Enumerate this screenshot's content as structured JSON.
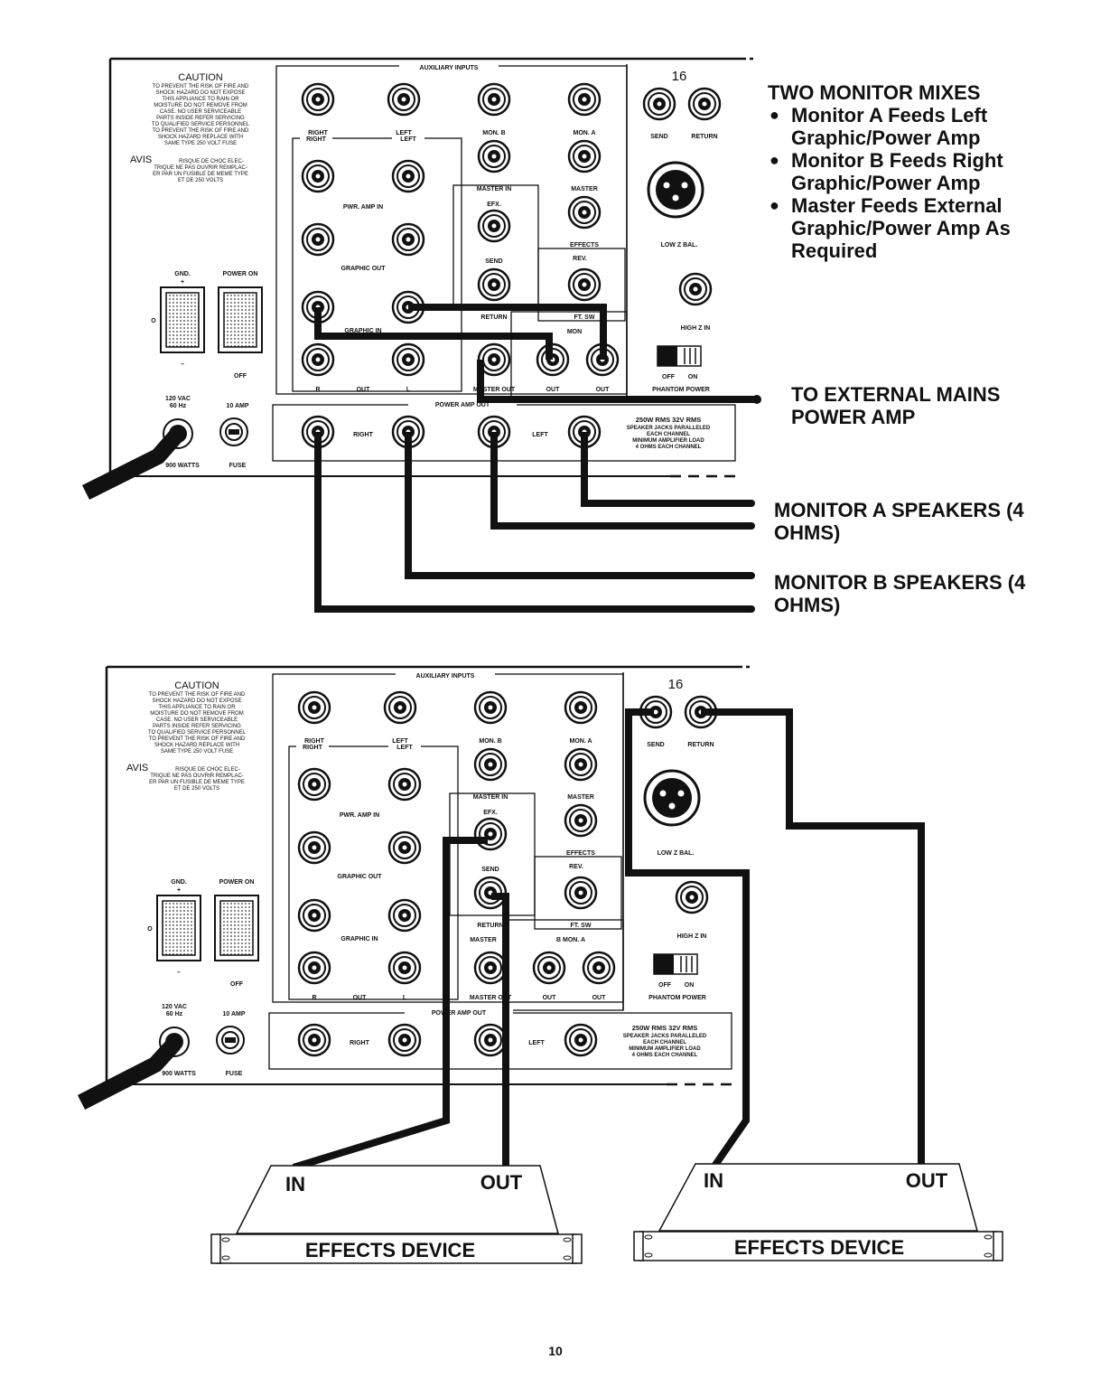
{
  "page_number": "10",
  "panel": {
    "section_auxiliary_inputs": "AUXILIARY INPUTS",
    "section_power_amp_out": "POWER AMP OUT",
    "section_efx": "EFX.",
    "section_rev": "REV.",
    "section_mon": "MON",
    "section_mon_ba": "B  MON.  A",
    "section_master": "MASTER",
    "right_header": "RIGHT",
    "left_header": "LEFT",
    "channel_number": "16",
    "caution_title": "CAUTION",
    "caution_lines": [
      "TO PREVENT THE RISK OF FIRE AND",
      "SHOCK HAZARD DO NOT EXPOSE",
      "THIS APPLIANCE TO RAIN OR",
      "MOISTURE DO NOT REMOVE FROM",
      "CASE. NO USER SERVICEABLE",
      "PARTS INSIDE REFER SERVICING",
      "TO QUALIFIED SERVICE PERSONNEL",
      "TO PREVENT THE RISK OF FIRE AND",
      "SHOCK HAZARD REPLACE WITH",
      "SAME TYPE 250 VOLT FUSE"
    ],
    "avis_title": "AVIS",
    "avis_lines": [
      "RISQUE DE CHOC ELEC-",
      "TRIQUE NE PAS OUVRIR REMPLAC-",
      "ER PAR UN FUSIBLE DE MEME TYPE",
      "ET DE 250 VOLTS"
    ],
    "jack_labels": {
      "aux_right": "RIGHT",
      "aux_left": "LEFT",
      "mon_b": "MON. B",
      "mon_a": "MON. A",
      "master_in": "MASTER IN",
      "master": "MASTER",
      "effects": "EFFECTS",
      "send": "SEND",
      "return": "RETURN",
      "ft_sw": "FT. SW",
      "pwr_amp_in": "PWR. AMP IN",
      "graphic_out": "GRAPHIC OUT",
      "graphic_in": "GRAPHIC IN",
      "r": "R",
      "out": "OUT",
      "l": "L",
      "master_out": "MASTER OUT",
      "low_z_bal": "LOW Z BAL.",
      "high_z_in": "HIGH Z IN",
      "off": "OFF",
      "on": "ON",
      "phantom_power": "PHANTOM POWER",
      "gnd": "GND.",
      "plus": "+",
      "minus": "–",
      "zero": "O",
      "power_on": "POWER ON",
      "vac": "120 VAC",
      "hz": "60 Hz",
      "amp": "10 AMP",
      "watts": "900 WATTS",
      "fuse": "FUSE",
      "pa_right": "RIGHT",
      "pa_left": "LEFT"
    },
    "spec_lines": [
      "250W RMS 32V RMS",
      "SPEAKER JACKS PARALLELED",
      "EACH CHANNEL",
      "MINIMUM AMPLIFIER LOAD",
      "4 OHMS EACH CHANNEL"
    ]
  },
  "top_notes": {
    "heading": "TWO MONITOR MIXES",
    "bullets": [
      "Monitor A Feeds Left Graphic/Power Amp",
      "Monitor B Feeds Right Graphic/Power Amp",
      "Master Feeds External Graphic/Power Amp As Required"
    ],
    "external_mains": "TO EXTERNAL MAINS POWER AMP",
    "monitor_a_speakers": "MONITOR A SPEAKERS (4 OHMS)",
    "monitor_b_speakers": "MONITOR B SPEAKERS (4 OHMS)"
  },
  "bottom_notes": {
    "device_in": "IN",
    "device_out": "OUT",
    "device_name": "EFFECTS DEVICE"
  }
}
